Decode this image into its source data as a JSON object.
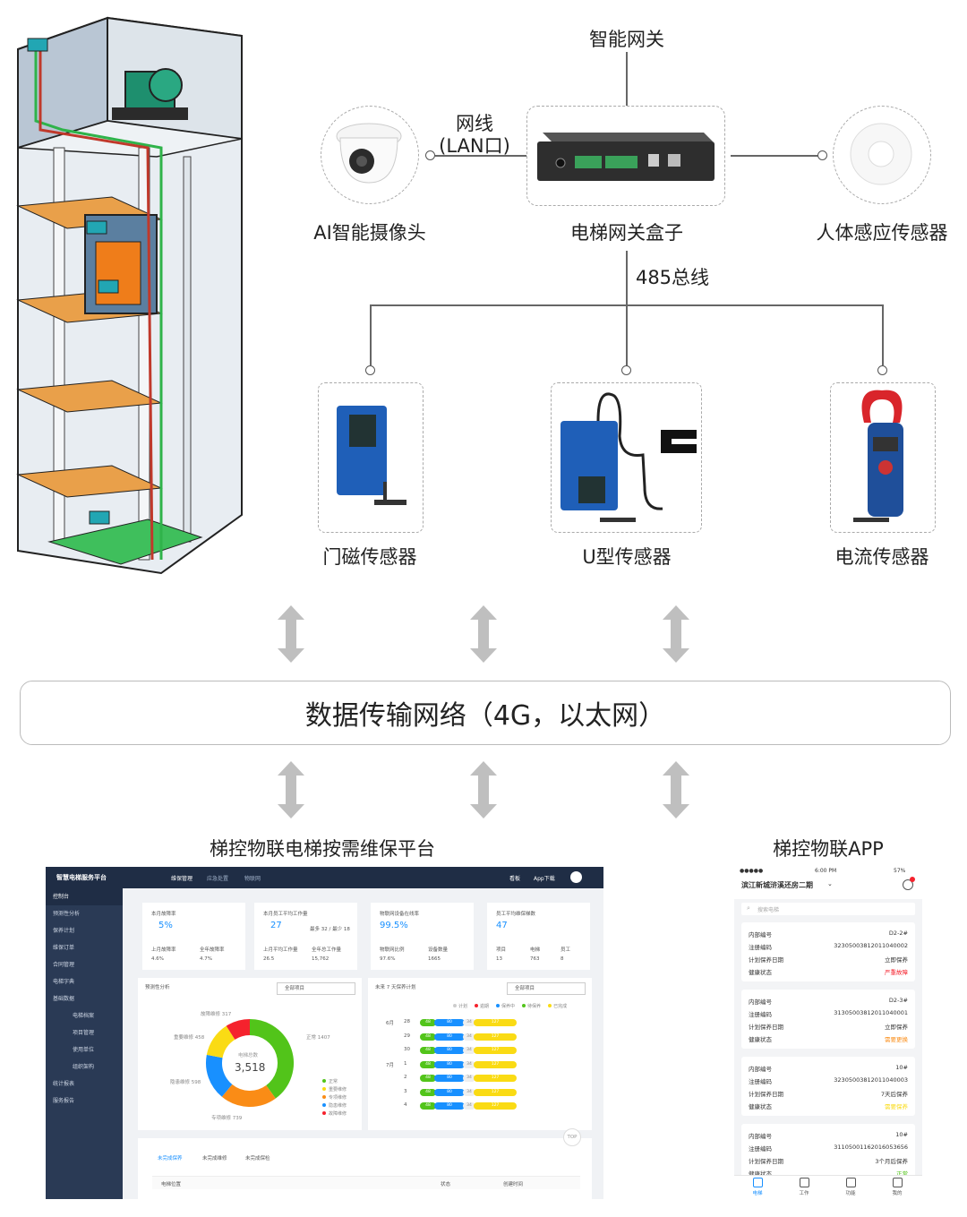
{
  "gateway_top_label": "智能网关",
  "lan_label_1": "网线",
  "lan_label_2": "(LAN口)",
  "camera_label": "AI智能摄像头",
  "gateway_box_label": "电梯网关盒子",
  "human_sensor_label": "人体感应传感器",
  "bus_label": "485总线",
  "door_sensor_label": "门磁传感器",
  "u_sensor_label": "U型传感器",
  "current_sensor_label": "电流传感器",
  "network_label": "数据传输网络（4G，以太网）",
  "platform_title": "梯控物联电梯按需维保平台",
  "app_title": "梯控物联APP",
  "dashboard": {
    "brand": "智慧电梯服务平台",
    "top_tabs": [
      "维保管理",
      "应急处置",
      "物联网"
    ],
    "top_right": [
      "看板",
      "App下载"
    ],
    "sidebar": [
      "控制台",
      "预测性分析",
      "保养计划",
      "维保订单",
      "合同管理",
      "电梯字典",
      "基础数据",
      "电梯档案",
      "项目管理",
      "使用单位",
      "组织架构",
      "统计报表",
      "服务报告"
    ],
    "stats": [
      {
        "title": "本月故障率",
        "value": "5%",
        "sub1_k": "上月故障率",
        "sub1_v": "4.6%",
        "sub2_k": "全年故障率",
        "sub2_v": "4.7%",
        "sub3_k": "",
        "sub3_v": ""
      },
      {
        "title": "本月员工平均工作量",
        "value": "27",
        "extra": "最多 32 / 最少 18",
        "sub1_k": "上月平均工作量",
        "sub1_v": "26.5",
        "sub2_k": "全年总工作量",
        "sub2_v": "15,762",
        "sub3_k": "",
        "sub3_v": ""
      },
      {
        "title": "物联网设备在线率",
        "value": "99.5%",
        "sub1_k": "物联网比例",
        "sub1_v": "97.6%",
        "sub2_k": "设备数量",
        "sub2_v": "1665",
        "sub3_k": "",
        "sub3_v": ""
      },
      {
        "title": "员工平均维保梯数",
        "value": "47",
        "sub1_k": "项目",
        "sub1_v": "13",
        "sub2_k": "电梯",
        "sub2_v": "763",
        "sub3_k": "员工",
        "sub3_v": "8"
      }
    ],
    "predict_title": "预测性分析",
    "predict_select": "全部项目",
    "donut_center_label": "电梯总数",
    "donut_total": "3,518",
    "donut_slices": [
      {
        "name": "正常",
        "value": 1407,
        "color": "#52c41a"
      },
      {
        "name": "专项维修",
        "value": 739,
        "color": "#fa8c16"
      },
      {
        "name": "隐患维修",
        "value": 598,
        "color": "#1890ff"
      },
      {
        "name": "重要维修",
        "value": 458,
        "color": "#fadb14"
      },
      {
        "name": "故障维修",
        "value": 317,
        "color": "#f5222d"
      }
    ],
    "donut_labels": [
      "故障维修 317",
      "重要维修 458",
      "正常 1407",
      "隐患维修 598",
      "专项维修 739"
    ],
    "legend": [
      "正常",
      "重要维修",
      "专项维修",
      "隐患维修",
      "故障维修"
    ],
    "plan_title": "未来 7 天保养计划",
    "plan_select": "全部项目",
    "plan_legend": [
      "计划",
      "逾期",
      "保养中",
      "待保养",
      "已完成"
    ],
    "plan_rows": [
      {
        "month": "6月",
        "day": "28",
        "a": "48",
        "b": "80",
        "c": "34",
        "d": "127"
      },
      {
        "month": "",
        "day": "29",
        "a": "48",
        "b": "80",
        "c": "34",
        "d": "127"
      },
      {
        "month": "",
        "day": "30",
        "a": "48",
        "b": "80",
        "c": "34",
        "d": "127"
      },
      {
        "month": "7月",
        "day": "1",
        "a": "48",
        "b": "80",
        "c": "34",
        "d": "127"
      },
      {
        "month": "",
        "day": "2",
        "a": "48",
        "b": "80",
        "c": "34",
        "d": "127"
      },
      {
        "month": "",
        "day": "3",
        "a": "48",
        "b": "80",
        "c": "34",
        "d": "127"
      },
      {
        "month": "",
        "day": "4",
        "a": "48",
        "b": "80",
        "c": "34",
        "d": "127"
      }
    ],
    "bottom_tabs": [
      "未完成保养",
      "未完成维修",
      "未完成保检"
    ],
    "table_headers": [
      "电梯位置",
      "状态",
      "创建时间"
    ],
    "top_button": "TOP"
  },
  "app": {
    "status_time": "6:00 PM",
    "status_battery": "57%",
    "project": "滨江新城浒溪还房二期",
    "search_placeholder": "搜索电梯",
    "keys": [
      "内部编号",
      "注册编码",
      "计划保养日期",
      "健康状态"
    ],
    "cards": [
      {
        "id": "D2-2#",
        "code": "32305003812011040002",
        "plan": "立即保养",
        "health": "严重故障",
        "health_color": "#f5222d"
      },
      {
        "id": "D2-3#",
        "code": "31305003812011040001",
        "plan": "立即保养",
        "health": "需要更换",
        "health_color": "#fa8c16"
      },
      {
        "id": "10#",
        "code": "32305003812011040003",
        "plan": "7天后保养",
        "health": "需要保养",
        "health_color": "#fadb14"
      },
      {
        "id": "10#",
        "code": "31105001162016053656",
        "plan": "3个月后保养",
        "health": "正常",
        "health_color": "#52c41a"
      }
    ],
    "tabs": [
      "电梯",
      "工作",
      "功能",
      "我的"
    ]
  }
}
